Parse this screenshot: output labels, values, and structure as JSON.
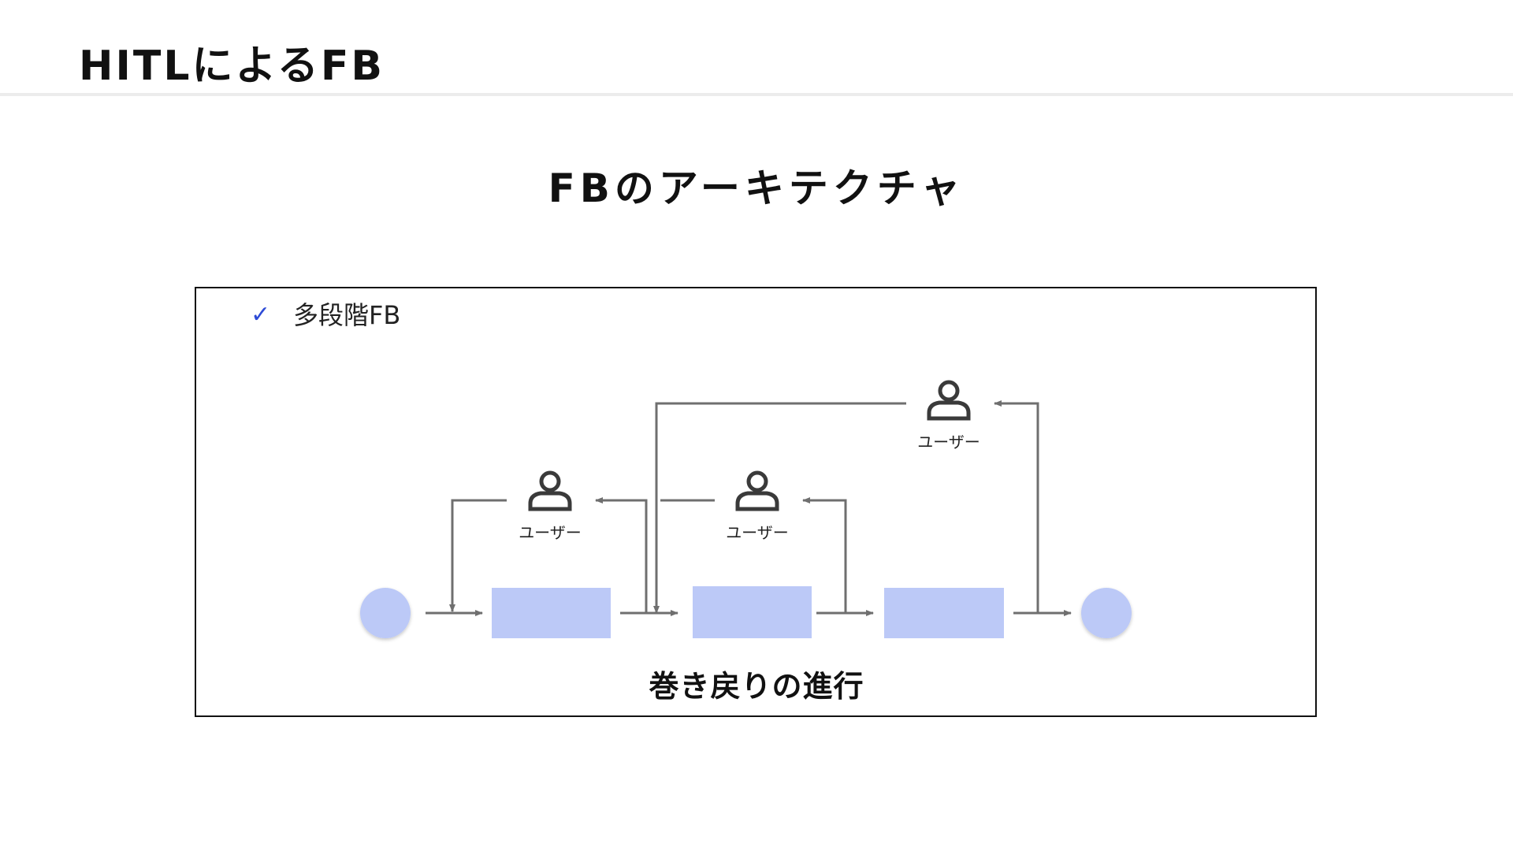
{
  "header": {
    "title": "HITLによるFB"
  },
  "slide": {
    "title": "FBのアーキテクチャ"
  },
  "panel": {
    "check_icon": "check-icon",
    "bullet": "多段階FB",
    "caption": "巻き戻りの進行"
  },
  "diagram": {
    "nodes": [
      "start",
      "step-1",
      "step-2",
      "step-3",
      "end"
    ],
    "users": [
      {
        "label": "ユーザー",
        "icon": "user-icon"
      },
      {
        "label": "ユーザー",
        "icon": "user-icon"
      },
      {
        "label": "ユーザー",
        "icon": "user-icon"
      }
    ]
  },
  "colors": {
    "node_fill": "#bcc9f7",
    "line": "#6f6f6f",
    "icon": "#3a3a3a",
    "check": "#2e4bd6",
    "frame": "#111111"
  }
}
